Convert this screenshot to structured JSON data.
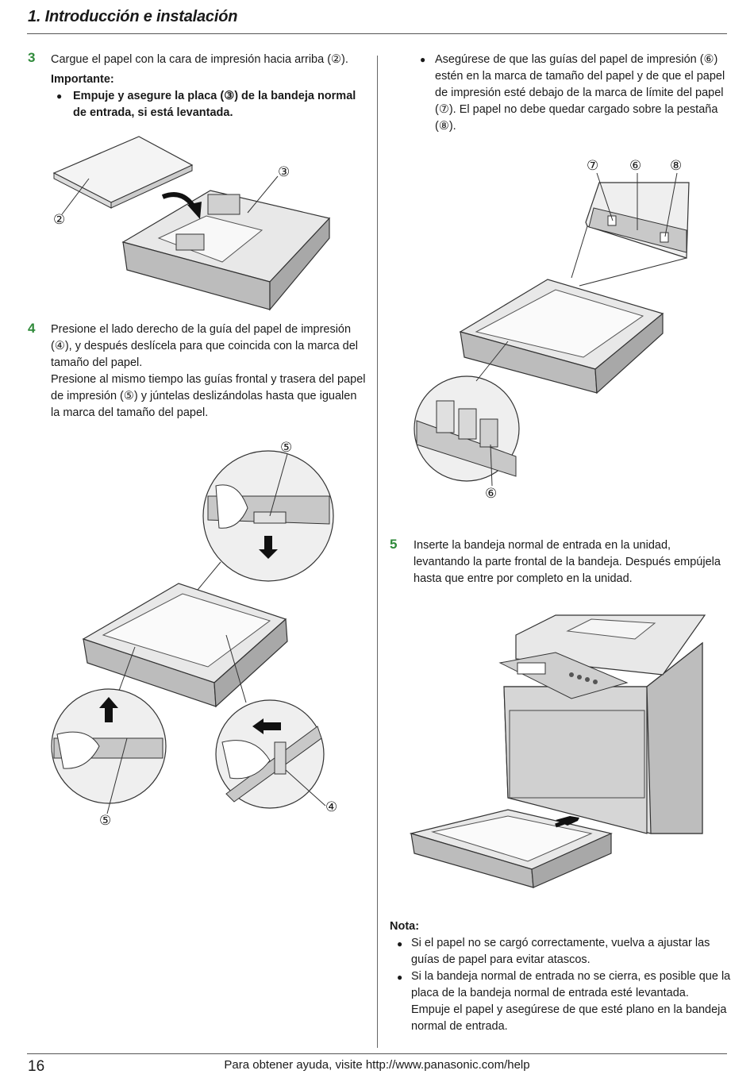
{
  "header": {
    "title": "1. Introducción e instalación"
  },
  "step3": {
    "number": "3",
    "line1": "Cargue el papel con la cara de impresión hacia arriba (②).",
    "importante": "Importante:",
    "bullet_line1": "Empuje y asegure la placa (③) de la bandeja normal",
    "bullet_line2": "de entrada, si está levantada."
  },
  "right_bullet": {
    "line1": "Asegúrese de que las guías del papel de impresión (⑥)",
    "line2": "estén en la marca de tamaño del papel y de que el papel",
    "line3": "de impresión esté debajo de la marca de límite del papel",
    "line4": "(⑦). El papel no debe quedar cargado sobre la pestaña",
    "line5": "(⑧)."
  },
  "step4": {
    "number": "4",
    "line1": "Presione el lado derecho de la guía del papel de impresión",
    "line2": "(④), y después deslícela para que coincida con la marca del",
    "line3": "tamaño del papel.",
    "line4": "Presione al mismo tiempo las guías frontal y trasera del papel",
    "line5": "de impresión (⑤) y júntelas deslizándolas hasta que igualen",
    "line6": "la marca del tamaño del papel."
  },
  "step5": {
    "number": "5",
    "line1": "Inserte la bandeja normal de entrada en la unidad,",
    "line2": "levantando la parte frontal de la bandeja. Después empújela",
    "line3": "hasta que entre por completo en la unidad."
  },
  "nota": {
    "title": "Nota:",
    "b1_line1": "Si el papel no se cargó correctamente, vuelva a ajustar las",
    "b1_line2": "guías de papel para evitar atascos.",
    "b2_line1": "Si la bandeja normal de entrada no se cierra, es posible que la",
    "b2_line2": "placa de la bandeja normal de entrada esté levantada.",
    "b2_line3": "Empuje el papel y asegúrese de que esté plano en la bandeja",
    "b2_line4": "normal de entrada."
  },
  "callouts": {
    "c2": "②",
    "c3": "③",
    "c4": "④",
    "c5a": "⑤",
    "c5b": "⑤",
    "c6a": "⑥",
    "c6b": "⑥",
    "c7": "⑦",
    "c8": "⑧"
  },
  "footer": {
    "page_number": "16",
    "help_text": "Para obtener ayuda, visite http://www.panasonic.com/help"
  },
  "icons": [
    "bullet-icon",
    "arrow-icon"
  ],
  "colors": {
    "step_number": "#2f8a3a",
    "rule": "#555555"
  }
}
